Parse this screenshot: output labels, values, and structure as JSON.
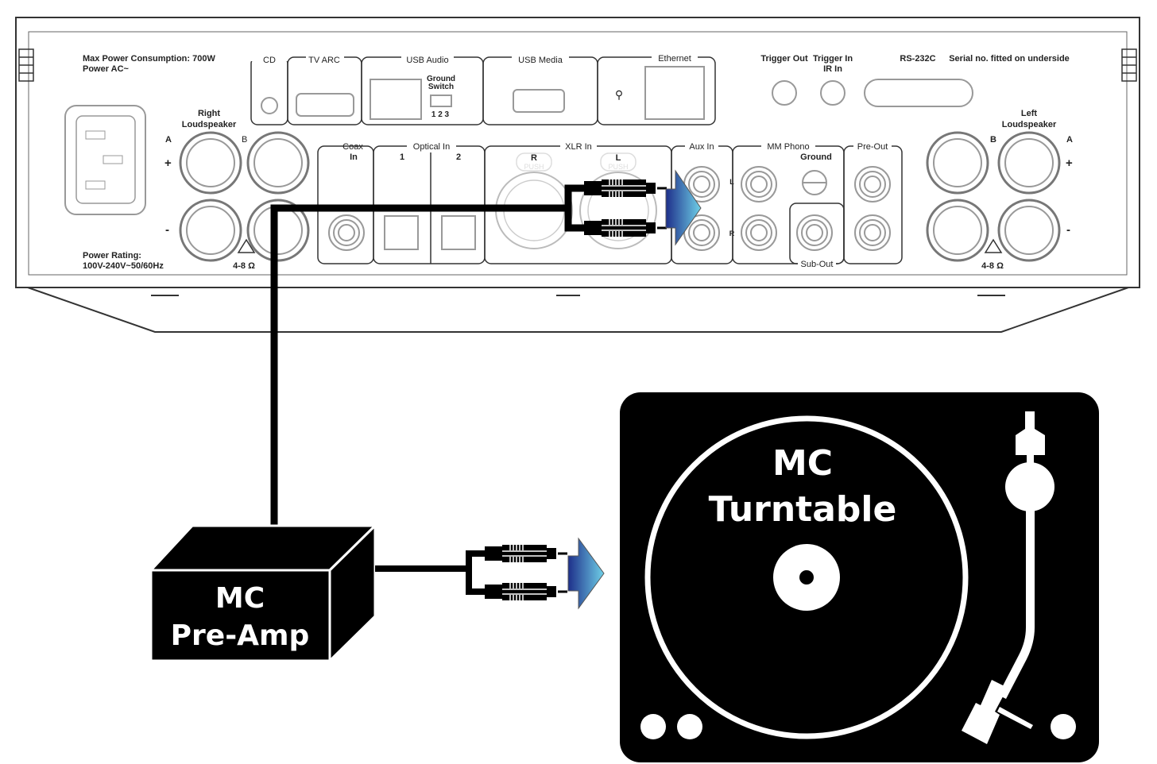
{
  "rear_panel": {
    "max_power": "Max Power Consumption: 700W",
    "power_ac": "Power AC~",
    "power_rating_1": "Power Rating:",
    "power_rating_2": "100V-240V~50/60Hz",
    "right_speaker_1": "Right",
    "right_speaker_2": "Loudspeaker",
    "left_speaker_1": "Left",
    "left_speaker_2": "Loudspeaker",
    "terminal_a": "A",
    "terminal_b": "B",
    "plus": "+",
    "minus": "-",
    "impedance": "4-8 Ω",
    "cd": "CD",
    "tv_arc": "TV ARC",
    "usb_audio": "USB Audio",
    "ground_switch_1": "Ground",
    "ground_switch_2": "Switch",
    "ground_switch_positions": "1  2  3",
    "usb_media": "USB Media",
    "ethernet": "Ethernet",
    "trigger_out": "Trigger Out",
    "trigger_in": "Trigger In",
    "ir_in": "IR In",
    "rs232": "RS-232C",
    "serial_note": "Serial no. fitted on underside",
    "coax_1": "Coax",
    "coax_2": "In",
    "optical_in": "Optical In",
    "optical_1": "1",
    "optical_2": "2",
    "xlr_in": "XLR In",
    "xlr_r": "R",
    "xlr_l": "L",
    "push": "PUSH",
    "aux_in": "Aux In",
    "channel_l": "L",
    "channel_r": "R",
    "mm_phono": "MM Phono",
    "ground": "Ground",
    "pre_out": "Pre-Out",
    "sub_out": "Sub-Out"
  },
  "preamp": {
    "line1": "MC",
    "line2": "Pre-Amp"
  },
  "turntable": {
    "line1": "MC",
    "line2": "Turntable"
  },
  "colors": {
    "arrow_dark": "#1e2f8a",
    "arrow_light": "#6fd0e8",
    "device": "#000000"
  }
}
